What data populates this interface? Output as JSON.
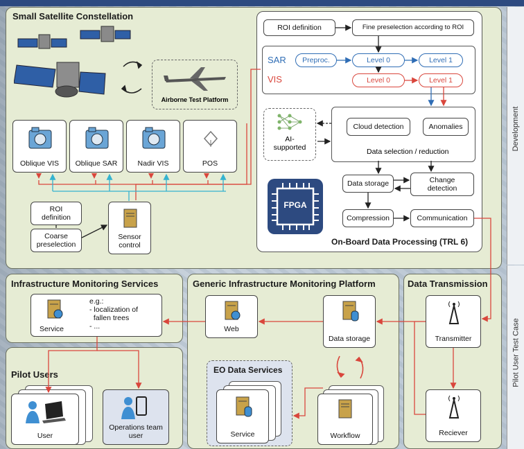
{
  "panels": {
    "constellation": "Small Satellite Constellation",
    "onboard": "On-Board Data Processing (TRL 6)",
    "infra_services": "Infrastructure Monitoring Services",
    "generic_platform": "Generic Infrastructure Monitoring Platform",
    "data_transmission": "Data Transmission",
    "pilot_users": "Pilot Users",
    "eo_services": "EO Data Services"
  },
  "constellation": {
    "airborne": "Airborne Test Platform",
    "sensors": [
      "Oblique VIS",
      "Oblique SAR",
      "Nadir VIS",
      "POS"
    ],
    "roi_definition": "ROI\ndefinition",
    "coarse_preselection": "Coarse\npreselection",
    "sensor_control": "Sensor\ncontrol"
  },
  "onboard": {
    "roi_definition": "ROI definition",
    "fine_preselection": "Fine preselection according to ROI",
    "sar": "SAR",
    "vis": "VIS",
    "preproc": "Preproc.",
    "level0": "Level 0",
    "level1": "Level 1",
    "ai": "AI-\nsupported",
    "cloud": "Cloud detection",
    "anomalies": "Anomalies",
    "selection": "Data selection / reduction",
    "storage": "Data storage",
    "change": "Change\ndetection",
    "compression": "Compression",
    "communication": "Communication",
    "fpga": "FPGA"
  },
  "infra": {
    "eg": "e.g.:\n- localization of\n  fallen trees\n- ...",
    "service": "Service"
  },
  "platform": {
    "web": "Web",
    "storage": "Data storage",
    "eo_service": "Service",
    "workflow": "Workflow"
  },
  "transmission": {
    "transmitter": "Transmitter",
    "receiver": "Reciever"
  },
  "pilot": {
    "user": "User",
    "ops": "Operations team\nuser"
  },
  "side": {
    "top": "Development",
    "bottom": "Pilot User Test Case"
  },
  "colors": {
    "panel": "#e6ecd4",
    "red": "#d9463c",
    "blue": "#2f6db5",
    "cyan": "#35b3cf"
  }
}
